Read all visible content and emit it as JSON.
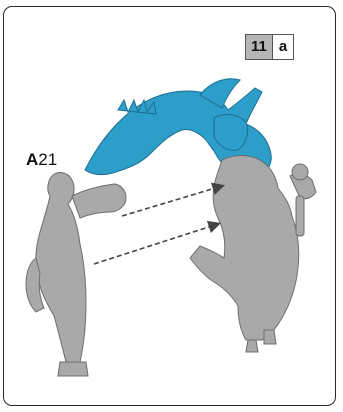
{
  "step": {
    "number": "11",
    "letter": "a"
  },
  "part": {
    "prefix": "A",
    "number": "21"
  },
  "colors": {
    "highlight": "#2d9ec9",
    "model": "#a9a9a9",
    "border": "#2a2a2a",
    "step_badge": "#b5b5b5"
  },
  "icons": [
    "arrow-icon",
    "arrow-icon"
  ]
}
